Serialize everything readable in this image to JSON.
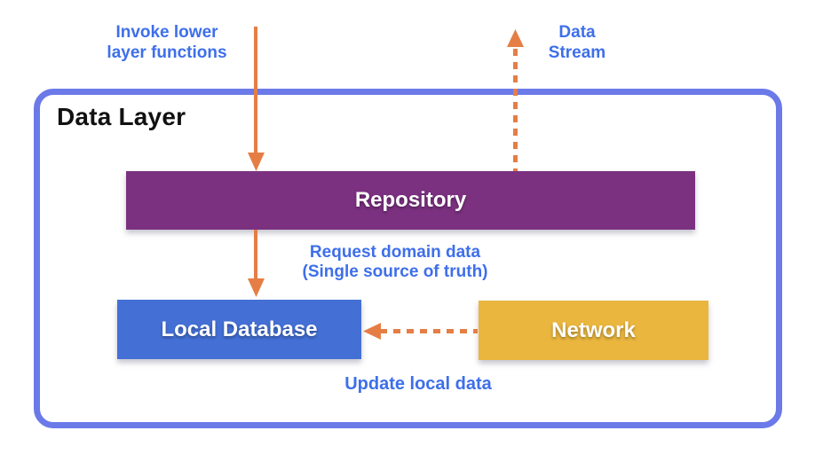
{
  "frame": {
    "title": "Data Layer"
  },
  "nodes": [
    {
      "id": "repository",
      "label": "Repository",
      "color": "#7B3180"
    },
    {
      "id": "local-database",
      "label": "Local Database",
      "color": "#4470D6"
    },
    {
      "id": "network",
      "label": "Network",
      "color": "#EAB63E"
    }
  ],
  "arrows": [
    {
      "name": "invoke-lower-layer",
      "label": "Invoke lower\nlayer functions",
      "style": "solid",
      "direction": "down",
      "from": "outside",
      "to": "repository"
    },
    {
      "name": "data-stream",
      "label": "Data\nStream",
      "style": "dashed",
      "direction": "up",
      "from": "repository",
      "to": "outside"
    },
    {
      "name": "request-domain-data",
      "label": "Request domain data\n(Single source of truth)",
      "style": "solid",
      "direction": "down",
      "from": "repository",
      "to": "local-database"
    },
    {
      "name": "update-local-data",
      "label": "Update local data",
      "style": "dashed",
      "direction": "left",
      "from": "network",
      "to": "local-database"
    }
  ],
  "colors": {
    "frame": "#6B7AE8",
    "arrow": "#E57E45",
    "label": "#3E6FEA",
    "title": "#111111",
    "node_text": "#FFFFFF"
  }
}
